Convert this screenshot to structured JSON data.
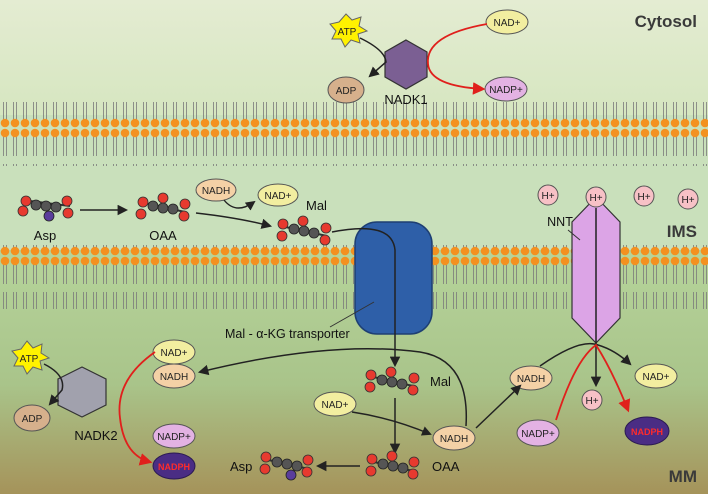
{
  "regions": {
    "cytosol": "Cytosol",
    "ims": "IMS",
    "mm": "MM"
  },
  "enzymes": {
    "nadk1": "NADK1",
    "nadk2": "NADK2",
    "nnt": "NNT",
    "transporter": "Mal - α-KG transporter"
  },
  "molecules": {
    "atp": "ATP",
    "adp": "ADP",
    "nad": "NAD+",
    "nadh": "NADH",
    "nadp": "NADP+",
    "nadph": "NADPH",
    "proton": "H+",
    "asp": "Asp",
    "oaa": "OAA",
    "mal": "Mal"
  },
  "colors": {
    "cytosol_bg": "#dfe9c8",
    "ims_bg": "#c6dfb8",
    "matrix_top": "#a9c98e",
    "matrix_bottom": "#a99a5a",
    "lipid_head": "#f39120",
    "atp_star": "#fff200",
    "nadk": "#7b5f93",
    "nadk2": "#a1a1ad",
    "transporter": "#2e5fa8",
    "nnt": "#dca4e6",
    "nad": "#f2eea0",
    "nadh": "#f4d1a6",
    "nadp": "#e3b2e3",
    "nadph": "#4a2d84",
    "proton": "#f7c1c6",
    "adp": "#d6b08c",
    "red_arrow": "#e0201c"
  }
}
